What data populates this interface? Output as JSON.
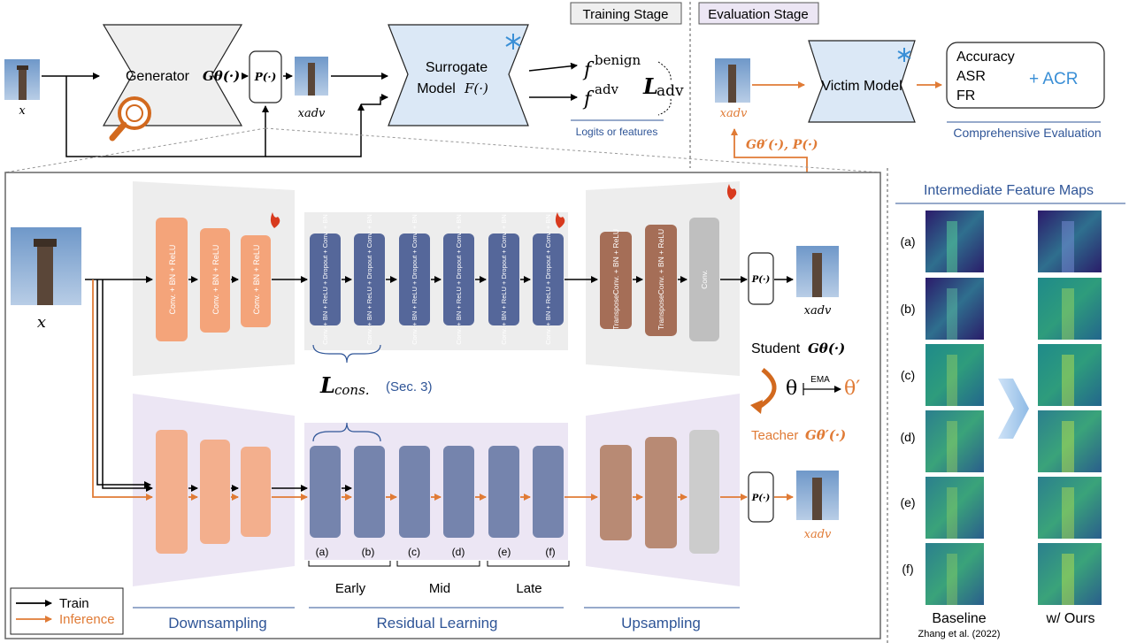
{
  "stages": {
    "training": "Training Stage",
    "evaluation": "Evaluation Stage"
  },
  "top": {
    "input_label": "x",
    "generator_label": "Generator",
    "generator_math": "Gθ(·)",
    "perturb_label": "P(·)",
    "adv_label": "xadv",
    "surrogate_line1": "Surrogate",
    "surrogate_line2": "Model",
    "surrogate_math": "F(·)",
    "f_benign": "f",
    "f_benign_sup": "benign",
    "f_adv": "f",
    "f_adv_sup": "adv",
    "loss_adv": "L",
    "loss_adv_sub": "adv",
    "logits_caption": "Logits or features"
  },
  "evaluation": {
    "input_label": "xadv",
    "victim_label": "Victim Model",
    "metrics": [
      "Accuracy",
      "ASR",
      "FR"
    ],
    "plus_acr": "+ ACR",
    "caption": "Comprehensive Evaluation",
    "params_label": "Gθ′(·), P(·)"
  },
  "detail": {
    "input_label": "x",
    "down_blocks": [
      "Conv. + BN + ReLU",
      "Conv. + BN + ReLU",
      "Conv. + BN + ReLU"
    ],
    "res_blocks": [
      "Conv. + BN + ReLU + Dropout + Conv. + BN",
      "Conv. + BN + ReLU + Dropout + Conv. + BN",
      "Conv. + BN + ReLU + Dropout + Conv. + BN",
      "Conv. + BN + ReLU + Dropout + Conv. + BN",
      "Conv. + BN + ReLU + Dropout + Conv. + BN",
      "Conv. + BN + ReLU + Dropout + Conv. + BN"
    ],
    "up_blocks": [
      "TransposeConv. + BN + ReLU",
      "TransposeConv. + BN + ReLU",
      "Conv."
    ],
    "perturb_label": "P(·)",
    "out_student": "xadv",
    "out_teacher": "xadv",
    "student_label": "Student",
    "student_math": "Gθ(·)",
    "teacher_label": "Teacher",
    "teacher_math": "Gθ′(·)",
    "theta": "θ",
    "theta_prime": "θ′",
    "ema": "EMA",
    "loss_cons": "L",
    "loss_cons_sub": "cons.",
    "sec_ref": "(Sec. 3)",
    "res_letters": [
      "(a)",
      "(b)",
      "(c)",
      "(d)",
      "(e)",
      "(f)"
    ],
    "groups": [
      "Early",
      "Mid",
      "Late"
    ],
    "sections": [
      "Downsampling",
      "Residual Learning",
      "Upsampling"
    ],
    "legend": {
      "train": "Train",
      "inference": "Inference"
    }
  },
  "feature_maps": {
    "title": "Intermediate Feature Maps",
    "rows": [
      "(a)",
      "(b)",
      "(c)",
      "(d)",
      "(e)",
      "(f)"
    ],
    "baseline": "Baseline",
    "baseline_cite": "Zhang et al. (2022)",
    "ours": "w/ Ours"
  },
  "colors": {
    "orange": "#e07b36",
    "blue_line": "#2f5597",
    "down_block": "#f4a47a",
    "res_block": "#55679a",
    "up_block_dark": "#a56e57",
    "up_block_conv": "#bfbfbf",
    "surrogate_fill": "#dbe8f6",
    "teacher_bg": "#ece6f4"
  }
}
